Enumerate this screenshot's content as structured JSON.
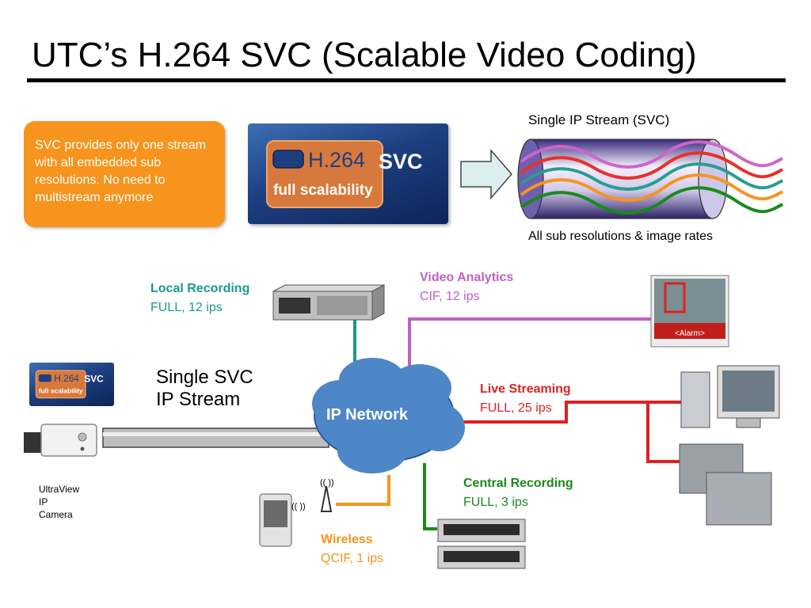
{
  "title": "UTC’s H.264 SVC (Scalable Video Coding)",
  "callout": "SVC provides only one stream with all embedded sub resolutions. No need to multistream anymore",
  "logo": {
    "codec": "H.264",
    "brand": "SVC",
    "tagline": "full scalability"
  },
  "stream": {
    "top_label": "Single IP Stream (SVC)",
    "bottom_label": "All sub resolutions & image rates",
    "wave_colors": [
      "#cc66cc",
      "#e8312a",
      "#2a9d8f",
      "#f7941d",
      "#1a8a1a"
    ]
  },
  "network": {
    "label": "IP Network"
  },
  "single_stream_label": [
    "Single SVC",
    "IP Stream"
  ],
  "camera_label": [
    "UltraView",
    "IP",
    "Camera"
  ],
  "endpoints": {
    "local_recording": {
      "name": "Local Recording",
      "detail": "FULL, 12 ips",
      "color": "#1a9a8a"
    },
    "video_analytics": {
      "name": "Video Analytics",
      "detail": "CIF, 12 ips",
      "color": "#c060c0",
      "alarm": "<Alarm>"
    },
    "live_streaming": {
      "name": "Live Streaming",
      "detail": "FULL, 25 ips",
      "color": "#e02020"
    },
    "central_recording": {
      "name": "Central Recording",
      "detail": "FULL, 3 ips",
      "color": "#1a8a1a"
    },
    "wireless": {
      "name": "Wireless",
      "detail": "QCIF, 1 ips",
      "color": "#f7941d",
      "signal": "(( ))"
    }
  }
}
